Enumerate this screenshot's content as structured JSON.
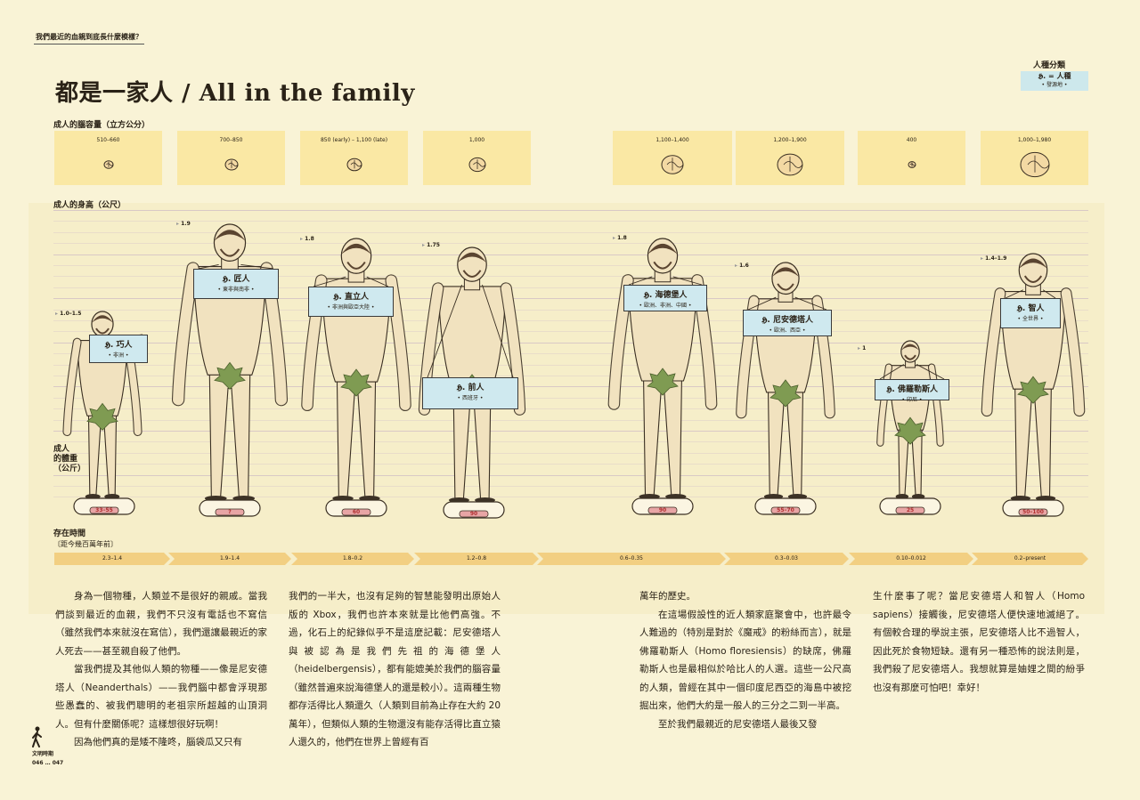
{
  "header": {
    "section_tag": "我們最近的血親到底長什麼模樣？",
    "title": "都是一家人 / All in the family"
  },
  "legend": {
    "title": "人種分類",
    "key_line": "𝕳. = 人種",
    "sub_line": "• 發源地 •"
  },
  "labels": {
    "brain": "成人的腦容量（立方公分）",
    "height": "成人的身高（公尺）",
    "weight_1": "成人",
    "weight_2": "的體重",
    "weight_3": "（公斤）",
    "time_1": "存在時間",
    "time_2": "〔距今幾百萬年前〕"
  },
  "brain_values": [
    "510–660",
    "700–850",
    "850 (early) – 1,100 (late)",
    "1,000",
    "1,100–1,400",
    "1,200–1,900",
    "400",
    "1,000–1,980"
  ],
  "height_markers": [
    "1.0–1.5",
    "1.9",
    "1.8",
    "1.75",
    "1.8",
    "1.6",
    "1",
    "1.4–1.9"
  ],
  "species": [
    {
      "name": "𝕳. 巧人",
      "region": "• 非洲 •"
    },
    {
      "name": "𝕳. 匠人",
      "region": "• 東非與南非 •"
    },
    {
      "name": "𝕳. 直立人",
      "region": "• 非洲與歐亞大陸 •"
    },
    {
      "name": "𝕳. 前人",
      "region": "• 西班牙 •"
    },
    {
      "name": "𝕳. 海德堡人",
      "region": "• 歐洲、非洲、中國 •"
    },
    {
      "name": "𝕳. 尼安德塔人",
      "region": "• 歐洲、西亞 •"
    },
    {
      "name": "𝕳. 佛羅勒斯人",
      "region": "• 印尼 •"
    },
    {
      "name": "𝕳. 智人",
      "region": "• 全世界 •"
    }
  ],
  "weights": [
    "33–55",
    "?",
    "60",
    "90",
    "90",
    "55–70",
    "25",
    "50–100"
  ],
  "timeline": [
    "2.3–1.4",
    "1.9–1.4",
    "1.8–0.2",
    "1.2–0.8",
    "0.6–0.35",
    "0.3–0.03",
    "0.10–0.012",
    "0.2–present"
  ],
  "text": {
    "c1p1": "身為一個物種，人類並不是很好的親戚。當我們談到最近的血親，我們不只沒有電話也不寫信（雖然我們本來就沒在寫信），我們還讓最親近的家人死去——甚至親自殺了他們。",
    "c1p2": "當我們提及其他似人類的物種——像是尼安德塔人（Neanderthals）——我們腦中都會浮現那些愚蠢的、被我們聰明的老祖宗所超越的山頂洞人。但有什麼關係呢？這樣想很好玩啊！",
    "c1p3": "因為他們真的是矮不隆咚，腦袋瓜又只有",
    "c2p1": "我們的一半大，也沒有足夠的智慧能發明出原始人版的 Xbox，我們也許本來就是比他們高強。不過，化石上的紀錄似乎不是這麼記載：尼安德塔人與被認為是我們先祖的海德堡人（heidelbergensis），都有能媲美於我們的腦容量（雖然普遍來說海德堡人的還是較小）。這兩種生物都存活得比人類還久（人類到目前為止存在大約 20 萬年），但類似人類的生物還沒有能存活得比直立猿人還久的，他們在世界上曾經有百",
    "c3p1": "萬年的歷史。",
    "c3p2": "在這場假設性的近人類家庭聚會中，也許最令人難過的（特別是對於《魔戒》的粉絲而言），就是佛羅勒斯人（Homo floresiensis）的缺席，佛羅勒斯人也是最相似於哈比人的人選。這些一公尺高的人類，曾經在其中一個印度尼西亞的海島中被挖掘出來，他們大約是一般人的三分之二到一半高。",
    "c3p3": "至於我們最親近的尼安德塔人最後又發",
    "c4p1": "生什麼事了呢？當尼安德塔人和智人（Homo sapiens）接觸後，尼安德塔人便快速地滅絕了。有個較合理的學說主張，尼安德塔人比不過智人，因此死於食物短缺。還有另一種恐怖的說法則是，我們殺了尼安德塔人。我想就算是妯娌之間的紛爭也沒有那麼可怕吧！幸好！"
  },
  "footer": {
    "magazine": "文明時期",
    "pages": "046 … 047"
  },
  "colors": {
    "background": "#f9f3d6",
    "brain_box": "#fae8a4",
    "sign": "#cfe9ef",
    "timeline": "#f2cf82",
    "leaf": "#7f9b52",
    "scale": "#e8a5a5"
  }
}
